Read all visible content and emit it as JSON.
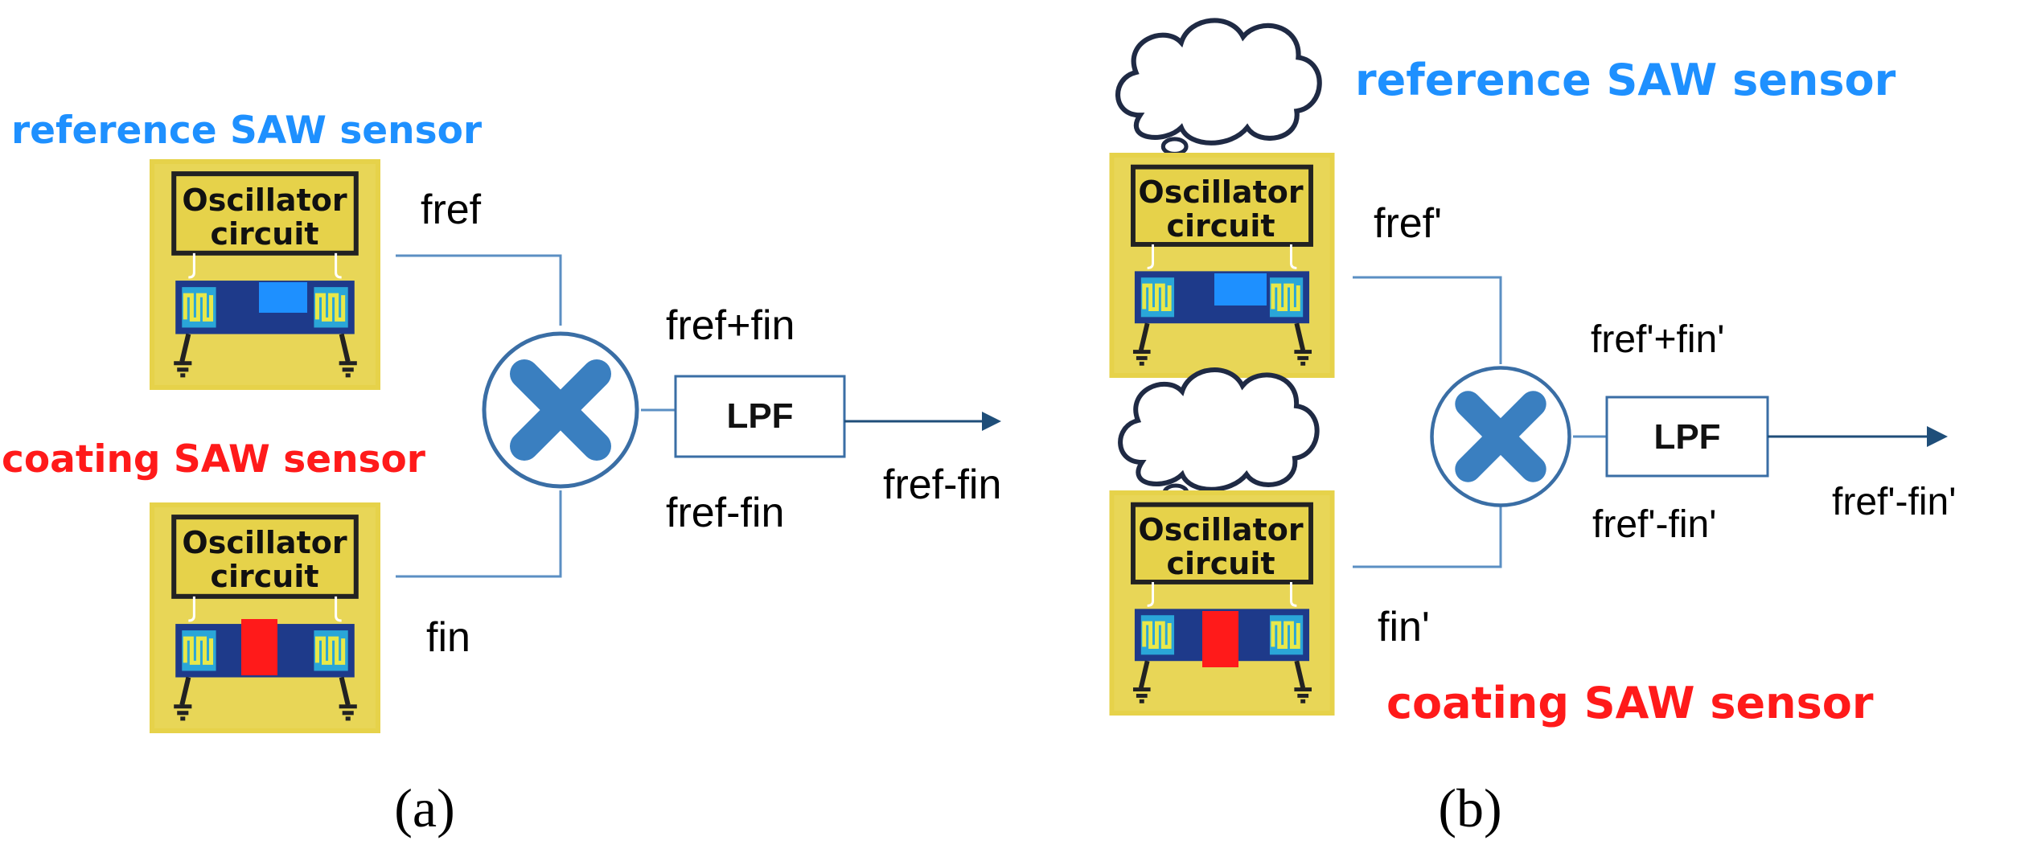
{
  "panel_a": {
    "reference_label": "reference SAW sensor",
    "coating_label": "coating SAW sensor",
    "osc_top_line1": "Oscillator",
    "osc_top_line2": "circuit",
    "osc_bottom_line1": "Oscillator",
    "osc_bottom_line2": "circuit",
    "signal_ref": "fref",
    "signal_in": "fin",
    "sum": "fref+fin",
    "diff": "fref-fin",
    "filter": "LPF",
    "output": "fref-fin",
    "caption": "(a)"
  },
  "panel_b": {
    "reference_label": "reference SAW sensor",
    "coating_label": "coating SAW sensor",
    "osc_top_line1": "Oscillator",
    "osc_top_line2": "circuit",
    "osc_bottom_line1": "Oscillator",
    "osc_bottom_line2": "circuit",
    "signal_ref": "fref'",
    "signal_in": "fin'",
    "sum": "fref'+fin'",
    "diff": "fref'-fin'",
    "filter": "LPF",
    "output": "fref'-fin'",
    "caption": "(b)"
  },
  "colors": {
    "reference": "#1e90ff",
    "coating": "#ff1a1a",
    "module_bg": "#e6d24a",
    "board": "#1e3a8a",
    "reference_element": "#1e90ff",
    "coating_element": "#ff1a1a",
    "wire": "#5b8fc3",
    "mixer": "#3a7fc0"
  },
  "icons": [
    "mixer-cross-icon",
    "cloud-icon",
    "ground-icon",
    "interdigital-transducer-icon",
    "arrow-icon"
  ]
}
